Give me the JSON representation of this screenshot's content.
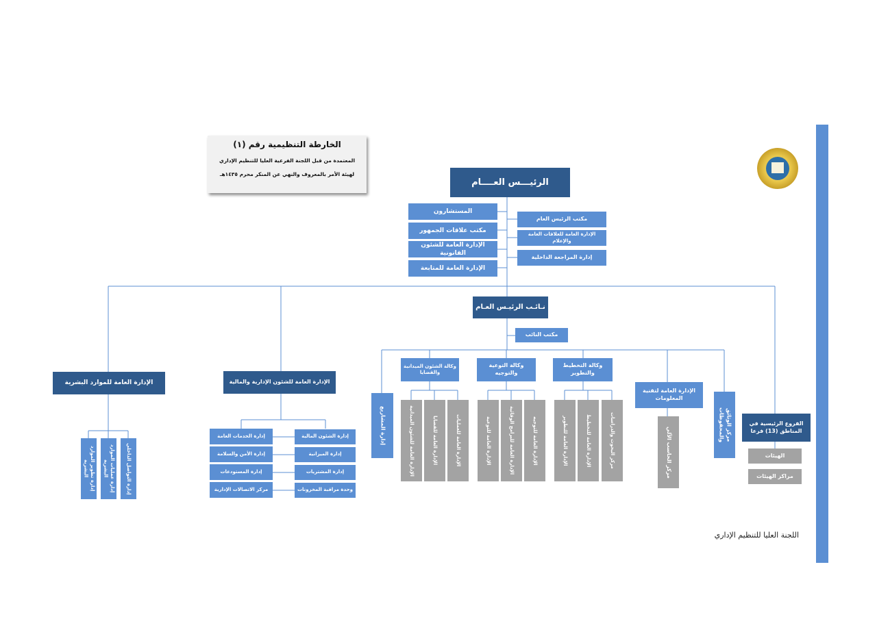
{
  "title_card": {
    "title": "الخارطة التنظيمية رقم (١)",
    "line1": "المعتمدة من قبل اللجنة الفرعية العليا للتنظيم الإداري",
    "line2": "لهيئة الأمر بالمعروف والنهي عن المنكر محرم ١٤٣٥هـ"
  },
  "nodes": {
    "president": "الرئيـــس العــــام",
    "advisors": "المستشارون",
    "public_relations_office": "مكتب علاقات الجمهور",
    "legal_affairs": "الإدارة العامة للشئون القانونية",
    "followup": "الإدارة العامة للمتابعة",
    "president_office": "مكتب الرئيس العام",
    "pr_media": "الإدارة العامة للعلاقات العامة والإعلام",
    "internal_audit": "إدارة المراجعة الداخلية",
    "deputy": "نـائـب الرئيـس العـام",
    "deputy_office": "مكتب النائب",
    "field_affairs_agency": "وكالة الشئون الميدانية والقضايا",
    "guidance_agency": "وكالة التوعية والتوجيه",
    "planning_agency": "وكالة التخطيط والتطوير",
    "projects": "إدارة المشاريع",
    "field_gm": "الإدارة العامة للشئون الميدانية",
    "cases_gm": "الإدارة العامة للقضايا",
    "operations_gm": "الإدارة العامة للعمليات",
    "awareness_gm": "الإدارة العامة للتوعية",
    "prevention_gm": "الإدارة العامة للبرامج الوقائية",
    "guidance_gm": "الإدارة العامة للتوجيه",
    "development_gm": "الإدارة العامة للتطوير",
    "planning_gm": "الإدارة العامة للتخطيط",
    "research_center": "مركز البحوث والدراسات",
    "it_gm": "الإدارة العامة لتقنية المعلومات",
    "computer_center": "مركز الحاسب الآلي",
    "documents_center": "مركز الوثائق والمحفوظات",
    "branches": "الفروع الرئيسية في المناطق (13) فرعا",
    "bodies": "الهيئات",
    "bodies_centers": "مراكز الهيئات",
    "admin_finance_gm": "الإدارة العامة للشئون الإدارية والمالية",
    "general_services": "إدارة الخدمات العامة",
    "security_safety": "إدارة الأمن والسلامة",
    "warehouses": "إدارة المستودعات",
    "admin_comm_center": "مركز الاتصالات الإدارية",
    "financial_affairs": "إدارة الشئون المالية",
    "budget": "إدارة الميزانية",
    "procurement": "إدارة المشتريات",
    "inventory_control": "وحدة مراقبة المخزونات",
    "hr_gm": "الإدارة العامة للموارد البشرية",
    "hr_development": "إدارة تطوير الموارد البشرية",
    "hr_operations": "إدارة عمليات الموارد البشرية",
    "internal_comm": "إدارة التواصل الداخلي"
  },
  "footer": "اللجنة العليا للتنظيم الإداري",
  "colors": {
    "dark": "#2f5a8c",
    "medium": "#5b8fd3",
    "gray": "#a3a3a3",
    "line": "#5b8fd3"
  }
}
